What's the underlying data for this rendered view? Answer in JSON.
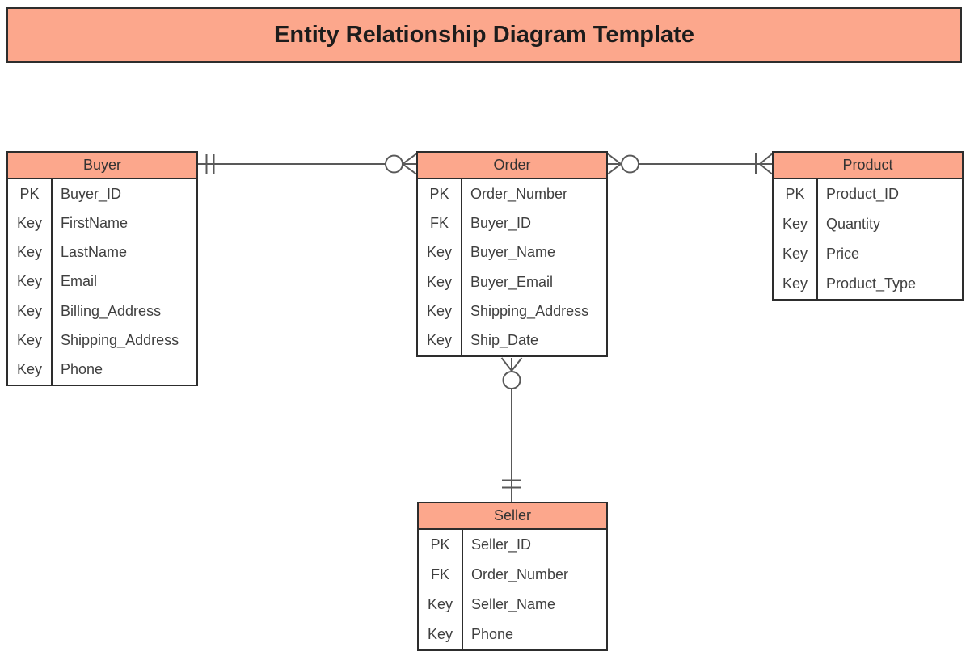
{
  "banner": {
    "title": "Entity Relationship Diagram Template"
  },
  "entities": [
    {
      "name": "Buyer",
      "rows": [
        {
          "key": "PK",
          "attr": "Buyer_ID"
        },
        {
          "key": "Key",
          "attr": "FirstName"
        },
        {
          "key": "Key",
          "attr": "LastName"
        },
        {
          "key": "Key",
          "attr": "Email"
        },
        {
          "key": "Key",
          "attr": "Billing_Address"
        },
        {
          "key": "Key",
          "attr": "Shipping_Address"
        },
        {
          "key": "Key",
          "attr": "Phone"
        }
      ]
    },
    {
      "name": "Order",
      "rows": [
        {
          "key": "PK",
          "attr": "Order_Number"
        },
        {
          "key": "FK",
          "attr": "Buyer_ID"
        },
        {
          "key": "Key",
          "attr": "Buyer_Name"
        },
        {
          "key": "Key",
          "attr": "Buyer_Email"
        },
        {
          "key": "Key",
          "attr": "Shipping_Address"
        },
        {
          "key": "Key",
          "attr": "Ship_Date"
        }
      ]
    },
    {
      "name": "Product",
      "rows": [
        {
          "key": "PK",
          "attr": "Product_ID"
        },
        {
          "key": "Key",
          "attr": "Quantity"
        },
        {
          "key": "Key",
          "attr": "Price"
        },
        {
          "key": "Key",
          "attr": "Product_Type"
        }
      ]
    },
    {
      "name": "Seller",
      "rows": [
        {
          "key": "PK",
          "attr": "Seller_ID"
        },
        {
          "key": "FK",
          "attr": "Order_Number"
        },
        {
          "key": "Key",
          "attr": "Seller_Name"
        },
        {
          "key": "Key",
          "attr": "Phone"
        }
      ]
    }
  ],
  "connectors": [
    {
      "from": "Buyer",
      "to": "Order",
      "from_cardinality": "one-and-only-one",
      "to_cardinality": "zero-or-many"
    },
    {
      "from": "Order",
      "to": "Product",
      "from_cardinality": "zero-or-many",
      "to_cardinality": "one-or-many"
    },
    {
      "from": "Order",
      "to": "Seller",
      "from_cardinality": "zero-or-many",
      "to_cardinality": "one-and-only-one"
    }
  ],
  "colors": {
    "header_fill": "#FCA78C",
    "banner_fill": "#FCA78C",
    "shape_border": "#2D2D2D",
    "connector_line": "#595959",
    "table_text": "#3F3F3F",
    "title_text": "#1C1C1C",
    "background": "#FFFFFF"
  }
}
